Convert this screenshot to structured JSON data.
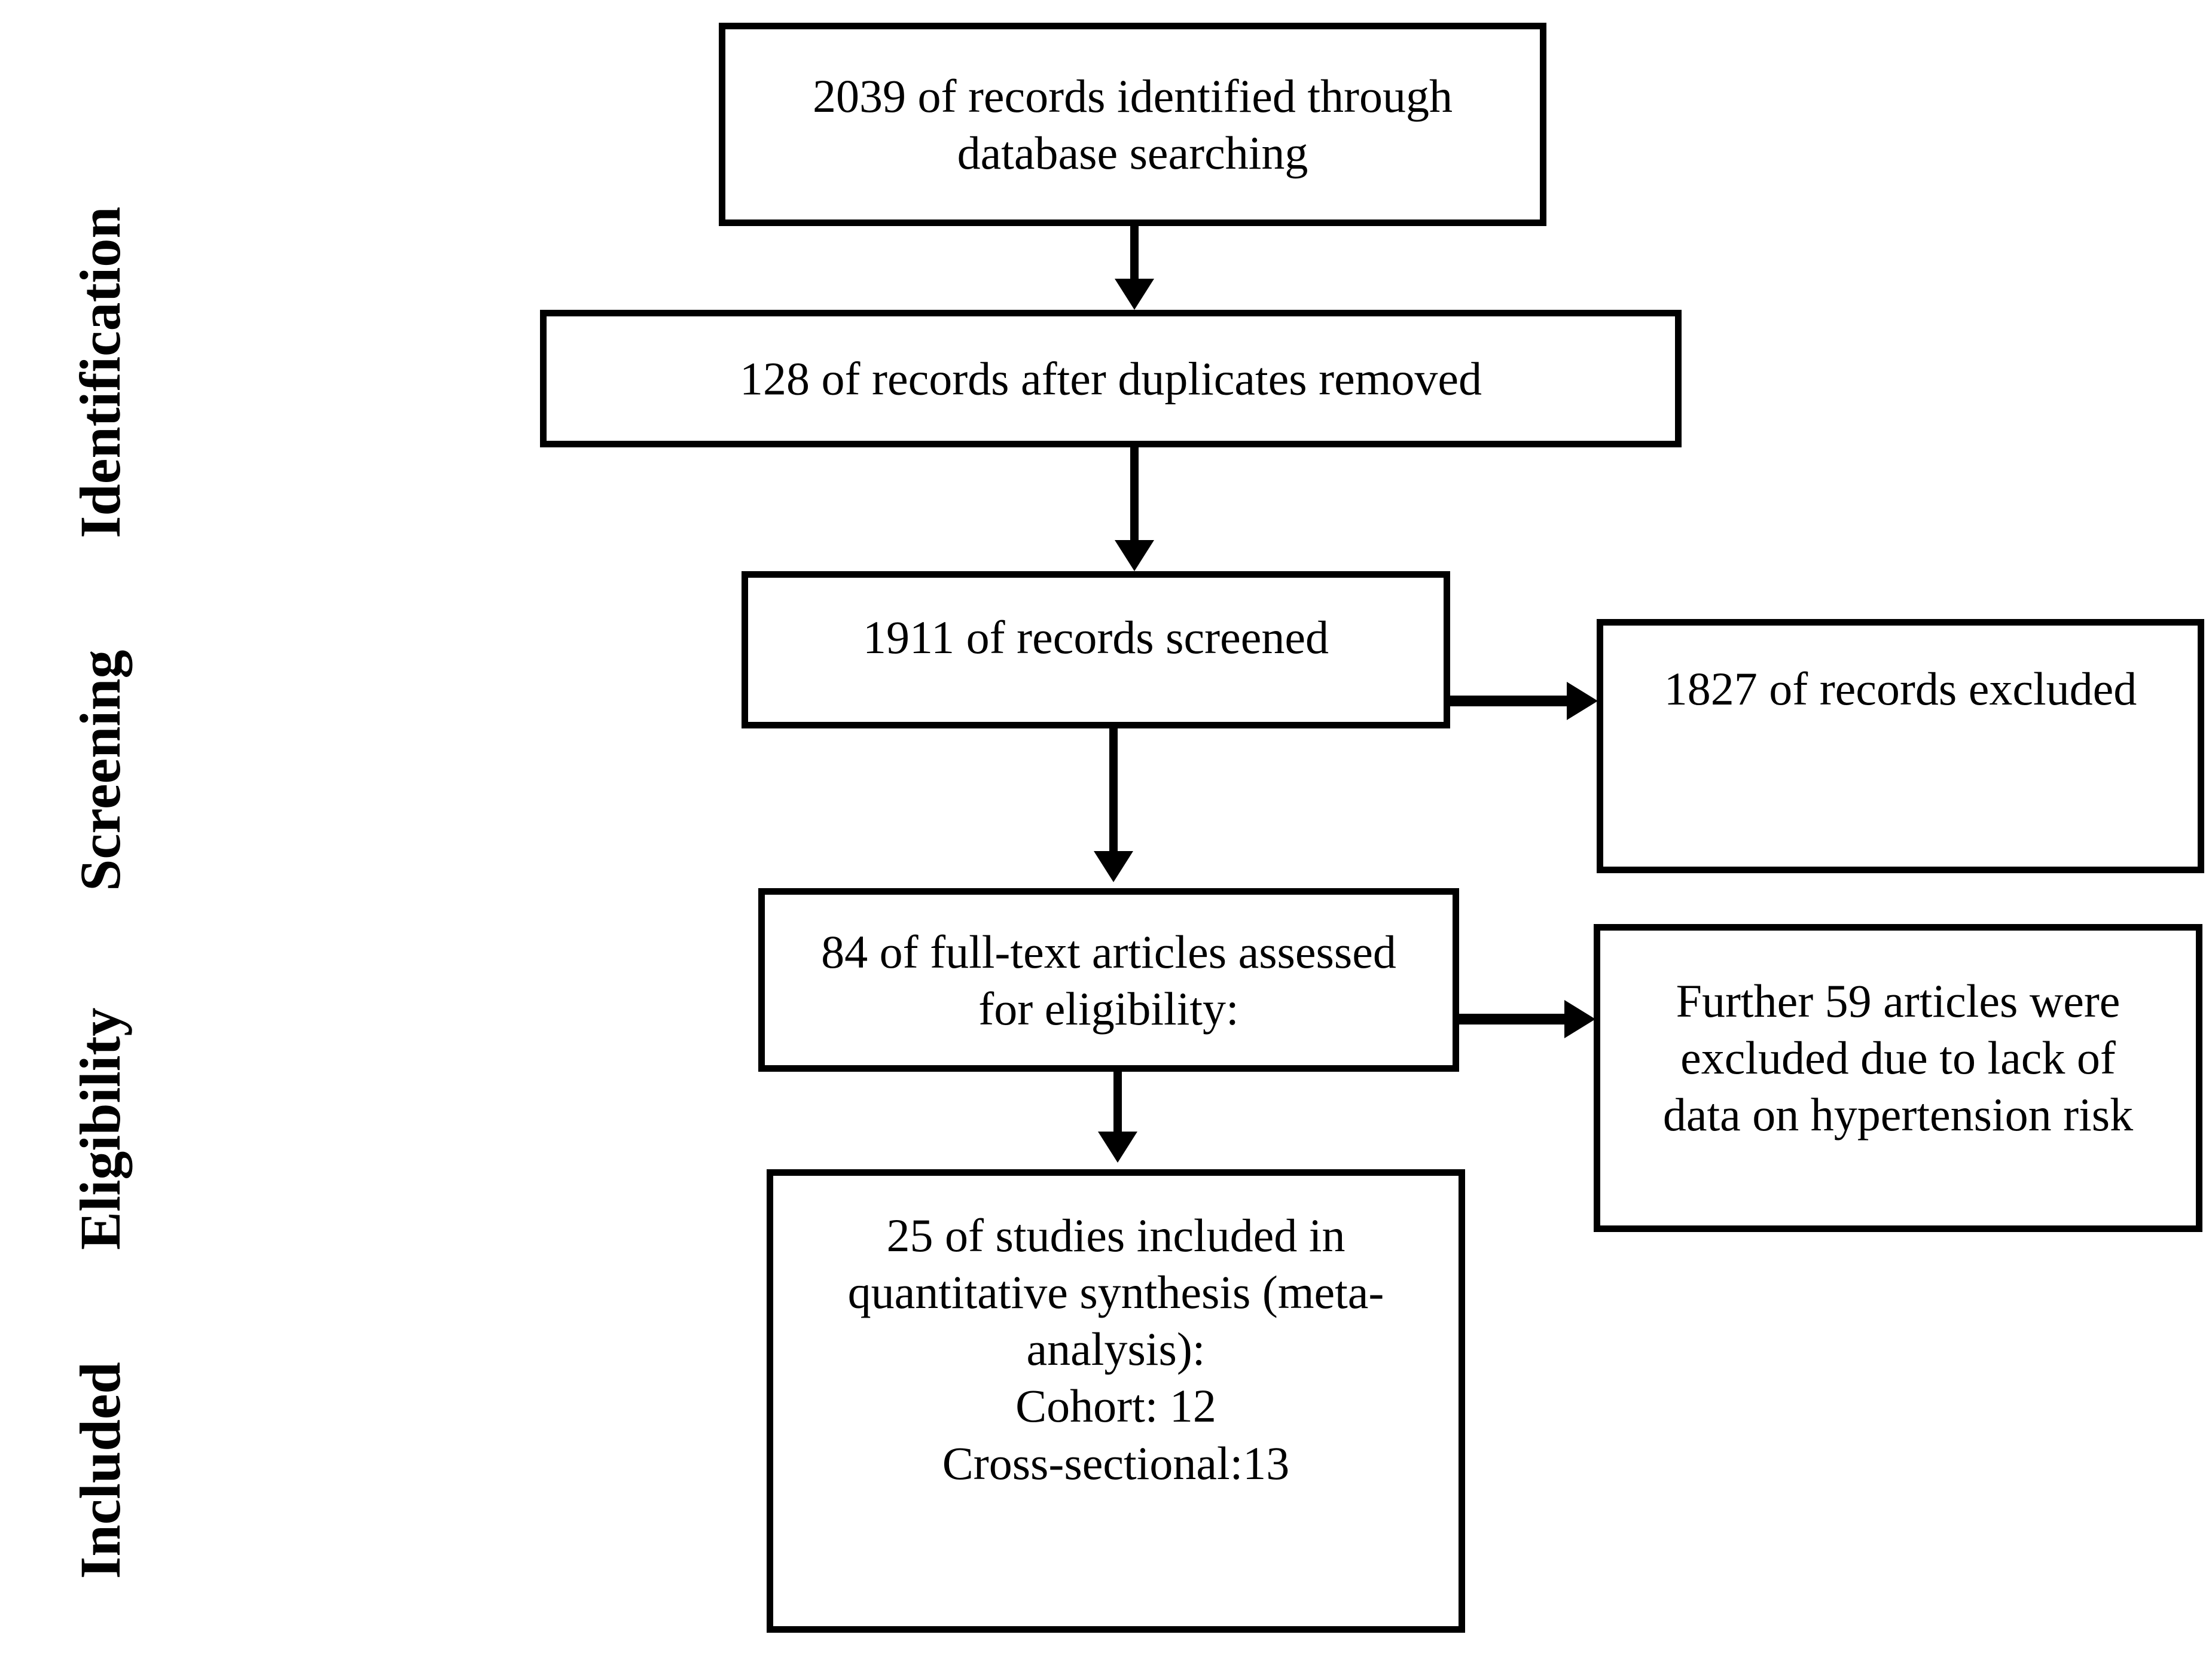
{
  "diagram": {
    "type": "prisma-flow-diagram",
    "stages": [
      {
        "id": "identification",
        "label": "Identification"
      },
      {
        "id": "screening",
        "label": "Screening"
      },
      {
        "id": "eligibility",
        "label": "Eligibility"
      },
      {
        "id": "included",
        "label": "Included"
      }
    ],
    "boxes": {
      "identified": {
        "line1": "2039 of records identified through",
        "line2": "database searching",
        "count": 2039
      },
      "duplicates_removed": {
        "line1": "128 of records after duplicates removed",
        "count": 128
      },
      "screened": {
        "line1": "1911 of records screened",
        "count": 1911
      },
      "records_excluded": {
        "line1": "1827 of records excluded",
        "count": 1827
      },
      "fulltext_assessed": {
        "line1": "84 of full-text articles assessed",
        "line2": "for eligibility:",
        "count": 84
      },
      "fulltext_excluded": {
        "line1": "Further 59 articles were",
        "line2": "excluded due to lack of",
        "line3": "data on hypertension risk",
        "count": 59
      },
      "included_studies": {
        "line1": "25 of studies included in",
        "line2": "quantitative synthesis (meta-",
        "line3": "analysis):",
        "line4": "Cohort: 12",
        "line5": "Cross-sectional:13",
        "count": 25,
        "cohort": 12,
        "cross_sectional": 13
      }
    },
    "arrows": [
      {
        "id": "identified-to-duplicates",
        "direction": "down",
        "from": "identified",
        "to": "duplicates_removed"
      },
      {
        "id": "duplicates-to-screened",
        "direction": "down",
        "from": "duplicates_removed",
        "to": "screened"
      },
      {
        "id": "screened-to-excluded",
        "direction": "right",
        "from": "screened",
        "to": "records_excluded"
      },
      {
        "id": "screened-to-fulltext",
        "direction": "down",
        "from": "screened",
        "to": "fulltext_assessed"
      },
      {
        "id": "fulltext-to-excluded",
        "direction": "right",
        "from": "fulltext_assessed",
        "to": "fulltext_excluded"
      },
      {
        "id": "fulltext-to-included",
        "direction": "down",
        "from": "fulltext_assessed",
        "to": "included_studies"
      }
    ],
    "colors": {
      "stroke": "#000000",
      "fill": "#ffffff",
      "text": "#000000"
    }
  }
}
